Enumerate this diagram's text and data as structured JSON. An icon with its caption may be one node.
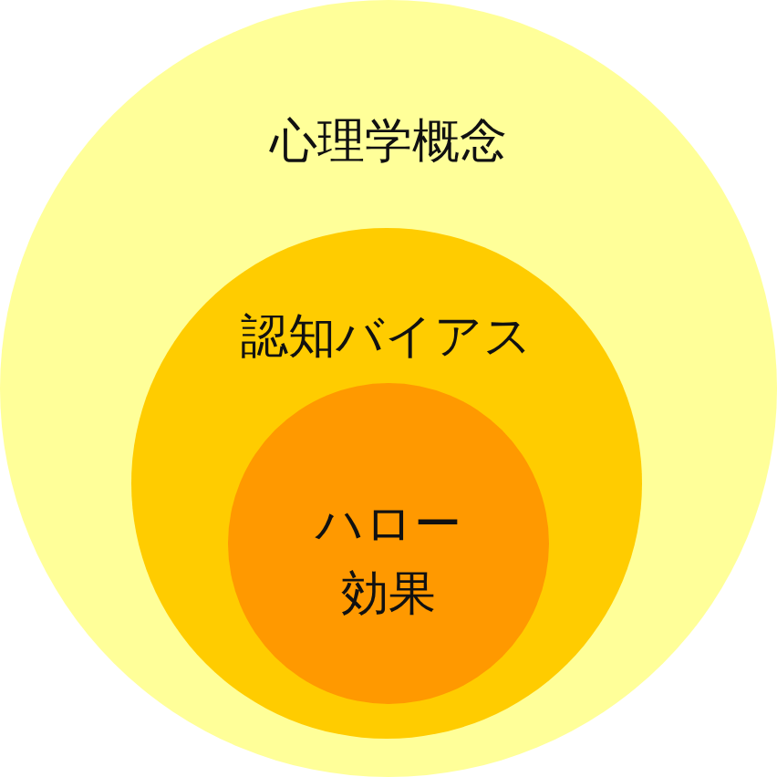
{
  "diagram": {
    "nodes": [
      {
        "text": [
          "心理学概念"
        ]
      },
      {
        "text": [
          "認知バイアス"
        ],
        "in": 0
      },
      {
        "text": [
          "ハロー効果"
        ],
        "in": 1
      }
    ]
  }
}
